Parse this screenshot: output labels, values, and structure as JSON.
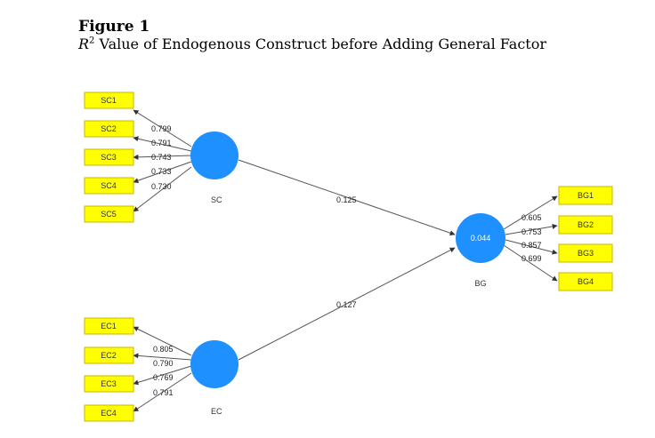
{
  "figure": {
    "label": "Figure 1",
    "title_prefix": "R",
    "title_sup": "2",
    "title_rest": " Value of Endogenous Construct before Adding General Factor"
  },
  "colors": {
    "construct_fill": "#1e90ff",
    "indicator_fill": "#ffff00",
    "indicator_border": "#c8b400",
    "line": "#555555"
  },
  "constructs": {
    "sc": {
      "label": "SC"
    },
    "ec": {
      "label": "EC"
    },
    "bg": {
      "label": "BG",
      "r2": "0.044"
    }
  },
  "sc_indicators": [
    {
      "label": "SC1",
      "loading": "0.799"
    },
    {
      "label": "SC2",
      "loading": "0.791"
    },
    {
      "label": "SC3",
      "loading": "0.743"
    },
    {
      "label": "SC4",
      "loading": "0.733"
    },
    {
      "label": "SC5",
      "loading": "0.730"
    }
  ],
  "ec_indicators": [
    {
      "label": "EC1",
      "loading": "0.805"
    },
    {
      "label": "EC2",
      "loading": "0.790"
    },
    {
      "label": "EC3",
      "loading": "0.769"
    },
    {
      "label": "EC4",
      "loading": "0.791"
    }
  ],
  "bg_indicators": [
    {
      "label": "BG1",
      "loading": "0.605"
    },
    {
      "label": "BG2",
      "loading": "0.753"
    },
    {
      "label": "BG3",
      "loading": "0.857"
    },
    {
      "label": "BG4",
      "loading": "0.699"
    }
  ],
  "paths": {
    "sc_bg": "0.125",
    "ec_bg": "0.127"
  }
}
